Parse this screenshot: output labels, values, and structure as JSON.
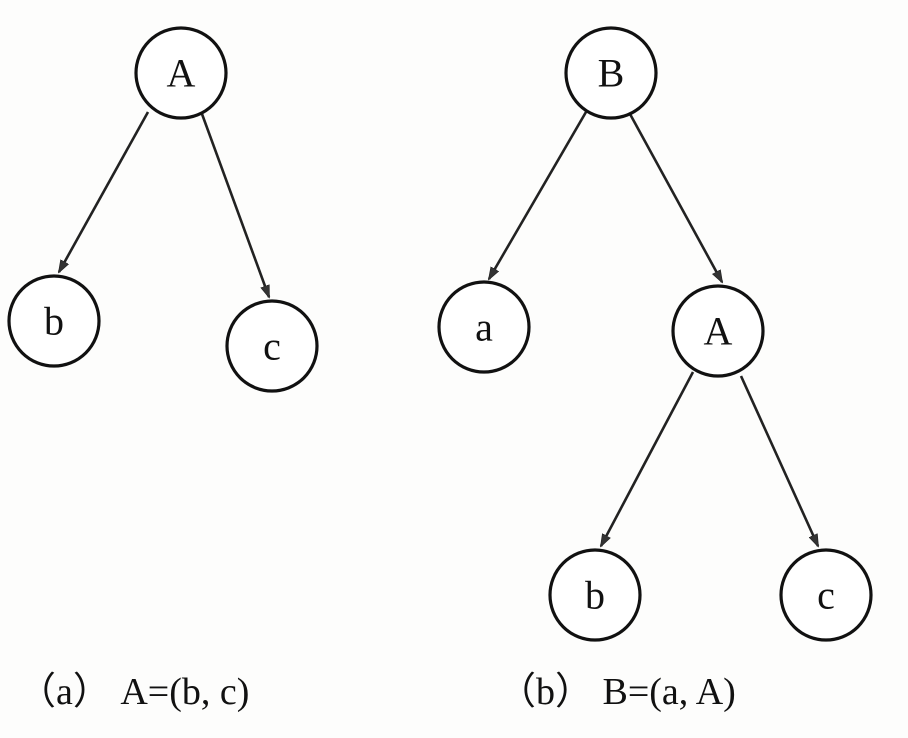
{
  "tree_a": {
    "root": "A",
    "left": "b",
    "right": "c",
    "caption": "（a） A=(b, c)"
  },
  "tree_b": {
    "root": "B",
    "left": "a",
    "right": "A",
    "right_left": "b",
    "right_right": "c",
    "caption": "（b） B=(a, A)"
  },
  "colors": {
    "stroke": "#111111",
    "arrow": "#333333",
    "background": "#fdfdfc"
  }
}
